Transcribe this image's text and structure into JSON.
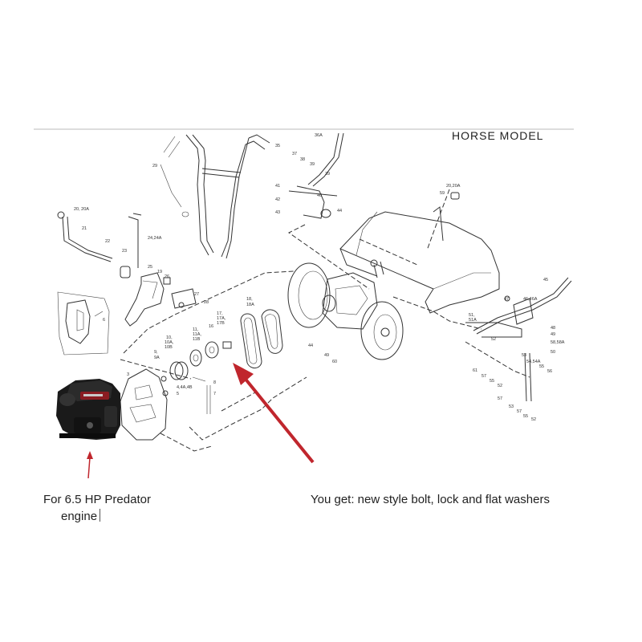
{
  "diagram": {
    "title": "HORSE MODEL",
    "part_labels": [
      {
        "id": "p35",
        "text": "35"
      },
      {
        "id": "p36a",
        "text": "36A"
      },
      {
        "id": "p37",
        "text": "37"
      },
      {
        "id": "p38",
        "text": "38"
      },
      {
        "id": "p39a",
        "text": "39"
      },
      {
        "id": "p39b",
        "text": "39"
      },
      {
        "id": "p41",
        "text": "41"
      },
      {
        "id": "p42",
        "text": "42"
      },
      {
        "id": "p40",
        "text": "40"
      },
      {
        "id": "p43",
        "text": "43"
      },
      {
        "id": "p44",
        "text": "44"
      },
      {
        "id": "p59",
        "text": "59"
      },
      {
        "id": "p20r",
        "text": "20,20A"
      },
      {
        "id": "p29",
        "text": "29"
      },
      {
        "id": "p20l",
        "text": "20, 20A"
      },
      {
        "id": "p21",
        "text": "21"
      },
      {
        "id": "p24",
        "text": "24,24A"
      },
      {
        "id": "p22",
        "text": "22"
      },
      {
        "id": "p23",
        "text": "23"
      },
      {
        "id": "p25",
        "text": "25"
      },
      {
        "id": "p19",
        "text": "19"
      },
      {
        "id": "p26",
        "text": "26"
      },
      {
        "id": "p27",
        "text": "27"
      },
      {
        "id": "p28",
        "text": "28"
      },
      {
        "id": "p45",
        "text": "45"
      },
      {
        "id": "p46",
        "text": "46,46A"
      },
      {
        "id": "p47",
        "text": "47"
      },
      {
        "id": "p48",
        "text": "48"
      },
      {
        "id": "p49a",
        "text": "49"
      },
      {
        "id": "p58",
        "text": "58,58A"
      },
      {
        "id": "p50",
        "text": "50"
      },
      {
        "id": "p51",
        "text": "51,"
      },
      {
        "id": "p51a",
        "text": "51A"
      },
      {
        "id": "p52a",
        "text": "52"
      },
      {
        "id": "p53a",
        "text": "53"
      },
      {
        "id": "p54",
        "text": "54,54A"
      },
      {
        "id": "p55a",
        "text": "55"
      },
      {
        "id": "p56",
        "text": "56"
      },
      {
        "id": "p61",
        "text": "61"
      },
      {
        "id": "p57a",
        "text": "57"
      },
      {
        "id": "p55b",
        "text": "55"
      },
      {
        "id": "p52b",
        "text": "52"
      },
      {
        "id": "p57b",
        "text": "57"
      },
      {
        "id": "p53b",
        "text": "53"
      },
      {
        "id": "p57c",
        "text": "57"
      },
      {
        "id": "p55c",
        "text": "55"
      },
      {
        "id": "p52c",
        "text": "52"
      },
      {
        "id": "p17",
        "text": "17,"
      },
      {
        "id": "p17a",
        "text": "17A,"
      },
      {
        "id": "p17b",
        "text": "17B"
      },
      {
        "id": "p18",
        "text": "18,"
      },
      {
        "id": "p18a",
        "text": "18A"
      },
      {
        "id": "p16",
        "text": "16"
      },
      {
        "id": "p11",
        "text": "11,"
      },
      {
        "id": "p11a",
        "text": "11A,"
      },
      {
        "id": "p11b",
        "text": "11B"
      },
      {
        "id": "p10",
        "text": "10,"
      },
      {
        "id": "p10a",
        "text": "10A,"
      },
      {
        "id": "p10b",
        "text": "10B"
      },
      {
        "id": "p9",
        "text": "9,"
      },
      {
        "id": "p9a",
        "text": "9A"
      },
      {
        "id": "p6",
        "text": "6"
      },
      {
        "id": "p3",
        "text": "3"
      },
      {
        "id": "p4",
        "text": "4,4A,4B"
      },
      {
        "id": "p5",
        "text": "5"
      },
      {
        "id": "p8",
        "text": "8"
      },
      {
        "id": "p7",
        "text": "7"
      },
      {
        "id": "p44b",
        "text": "44"
      },
      {
        "id": "p49b",
        "text": "49"
      },
      {
        "id": "p60",
        "text": "60"
      }
    ]
  },
  "captions": {
    "left_line1": "For 6.5 HP Predator",
    "left_line2": "engine",
    "right": "You get: new style bolt, lock and flat washers"
  },
  "colors": {
    "arrow": "#c0262d",
    "line": "#333333",
    "engine": "#1a1a1a"
  }
}
